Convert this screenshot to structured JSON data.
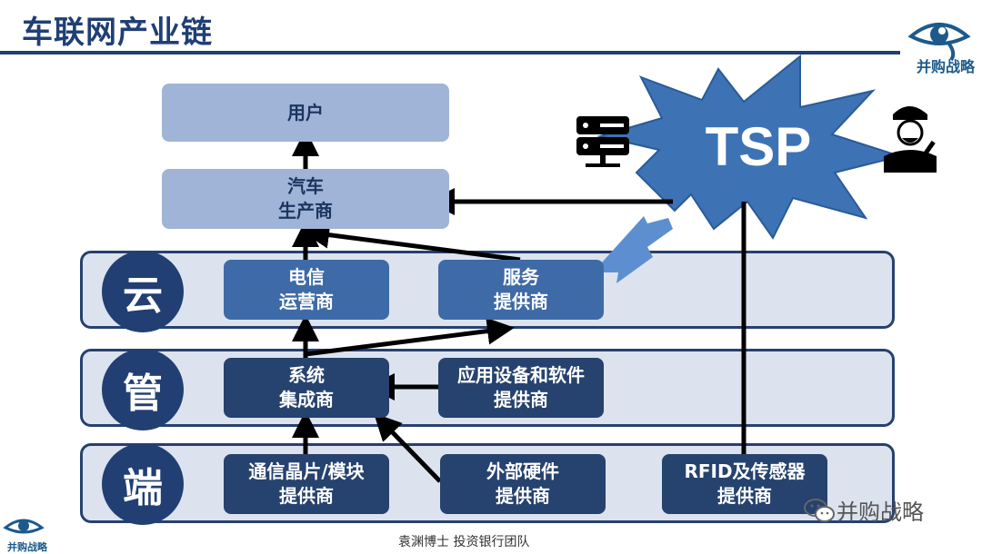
{
  "title": "车联网产业链",
  "logo_text": "并购战略",
  "tiers": {
    "cloud": "云",
    "pipe": "管",
    "end": "端"
  },
  "boxes": {
    "user": "用户",
    "oem": [
      "汽车",
      "生产商"
    ],
    "telecom": [
      "电信",
      "运营商"
    ],
    "service": [
      "服务",
      "提供商"
    ],
    "integrator": [
      "系统",
      "集成商"
    ],
    "app_software": [
      "应用设备和软件",
      "提供商"
    ],
    "chip": [
      "通信晶片/模块",
      "提供商"
    ],
    "hardware": [
      "外部硬件",
      "提供商"
    ],
    "rfid": [
      "RFID及传感器",
      "提供商"
    ]
  },
  "tsp": "TSP",
  "footer": "袁渊博士 投资银行团队",
  "wechat_label": "并购战略",
  "colors": {
    "navy": "#213f73",
    "light_box": "#9fb4d7",
    "mid_box": "#3e6aa7",
    "dark_box": "#26426e",
    "band": "#dce3ef",
    "burst": "#3d73b5"
  }
}
